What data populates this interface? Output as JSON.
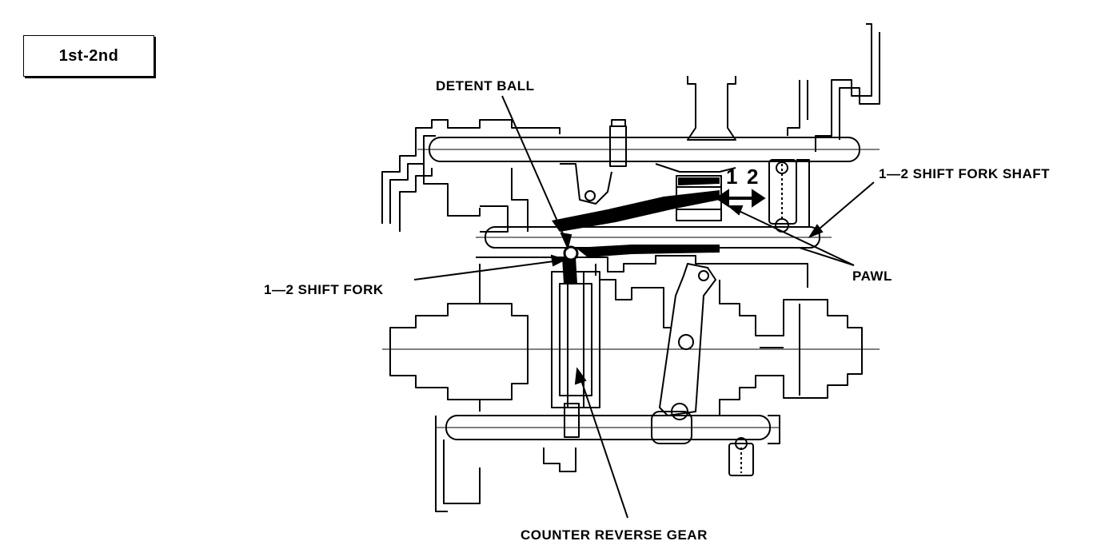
{
  "title": "1st-2nd",
  "positions": {
    "first": "1",
    "second": "2"
  },
  "labels": {
    "detent_ball": "DETENT BALL",
    "shift_fork_shaft": "1—2 SHIFT FORK SHAFT",
    "pawl": "PAWL",
    "shift_fork": "1—2 SHIFT FORK",
    "counter_reverse_gear": "COUNTER REVERSE GEAR"
  },
  "colors": {
    "ink": "#000000",
    "paper": "#ffffff"
  }
}
